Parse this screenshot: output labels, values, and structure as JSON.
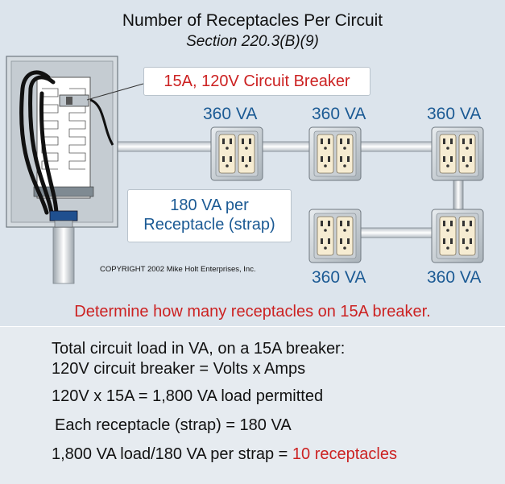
{
  "header": {
    "title": "Number of Receptacles Per Circuit",
    "subtitle": "Section 220.3(B)(9)"
  },
  "callouts": {
    "breaker": "15A, 120V Circuit Breaker",
    "receptacle_line1": "180 VA per",
    "receptacle_line2": "Receptacle (strap)"
  },
  "receptacle_loads": [
    "360 VA",
    "360 VA",
    "360 VA",
    "360 VA",
    "360 VA"
  ],
  "copyright": "COPYRIGHT 2002  Mike Holt Enterprises, Inc.",
  "question": "Determine how many receptacles on 15A breaker.",
  "calculation": {
    "line1": "Total circuit load in VA, on a 15A breaker:",
    "line2": "120V circuit breaker = Volts x Amps",
    "line3": "120V x 15A  =  1,800 VA load permitted",
    "line4": "Each receptacle (strap) = 180 VA",
    "line5_prefix": "1,800 VA load/180 VA per strap  =  ",
    "line5_result": "10 receptacles"
  },
  "colors": {
    "accent_red": "#cc2222",
    "accent_blue": "#1b5a94",
    "background": "#dce4ec"
  }
}
